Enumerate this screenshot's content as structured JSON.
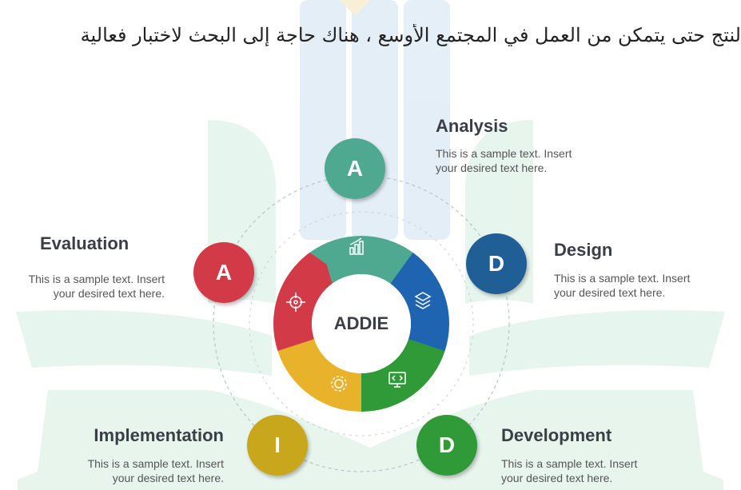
{
  "header": {
    "text": "لنتج حتى يتمكن من العمل في المجتمع الأوسع ، هناك حاجة إلى البحث لاختبار فعالية"
  },
  "diagram": {
    "center_label": "ADDIE",
    "stages": [
      {
        "key": "analysis",
        "letter": "A",
        "title": "Analysis",
        "desc_line1": "This is a sample text. Insert",
        "desc_line2": "your desired text here.",
        "color": "#4fa890"
      },
      {
        "key": "design",
        "letter": "D",
        "title": "Design",
        "desc_line1": "This is a sample text. Insert",
        "desc_line2": "your desired text here.",
        "color": "#1f5f96"
      },
      {
        "key": "development",
        "letter": "D",
        "title": "Development",
        "desc_line1": "This is a sample text. Insert",
        "desc_line2": "your desired text here.",
        "color": "#2f9a37"
      },
      {
        "key": "implementation",
        "letter": "I",
        "title": "Implementation",
        "desc_line1": "This is a sample text. Insert",
        "desc_line2": "your desired text here.",
        "color": "#c9a71c"
      },
      {
        "key": "evaluation",
        "letter": "A",
        "title": "Evaluation",
        "desc_line1": "This is a sample text. Insert",
        "desc_line2": "your desired text here.",
        "color": "#d23a48"
      }
    ],
    "ring_colors": {
      "analysis": "#4fa890",
      "design": "#1e64b0",
      "development": "#2f9a37",
      "implementation": "#e8b22a",
      "evaluation": "#d23a48"
    },
    "segment_icons": [
      "chart-icon",
      "layers-icon",
      "monitor-code-icon",
      "gear-icon",
      "target-icon"
    ]
  }
}
